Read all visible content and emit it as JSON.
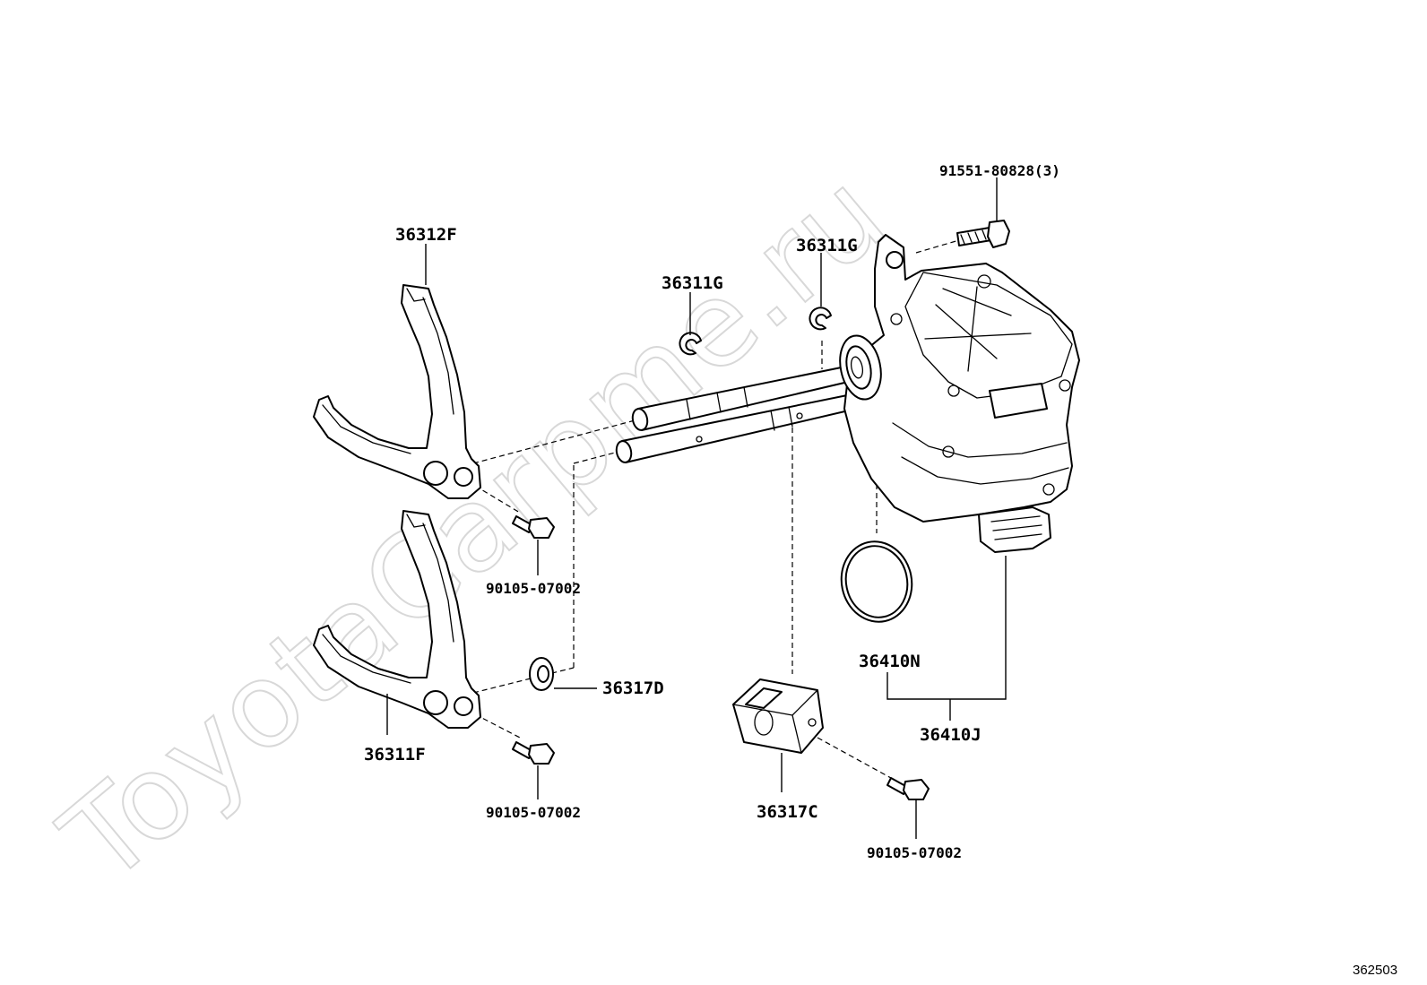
{
  "watermark": "ToyotaCarpme.ru",
  "illustration_code": "362503",
  "labels": {
    "fork_upper": "36312F",
    "fork_lower": "36311F",
    "snap_ring_left": "36311G",
    "snap_ring_right": "36311G",
    "bolt_actuator": "91551-80828(3)",
    "bolt_fork_upper": "90105-07002",
    "bolt_fork_lower": "90105-07002",
    "bolt_block": "90105-07002",
    "washer": "36317D",
    "block": "36317C",
    "o_ring": "36410N",
    "actuator_assy": "36410J"
  }
}
